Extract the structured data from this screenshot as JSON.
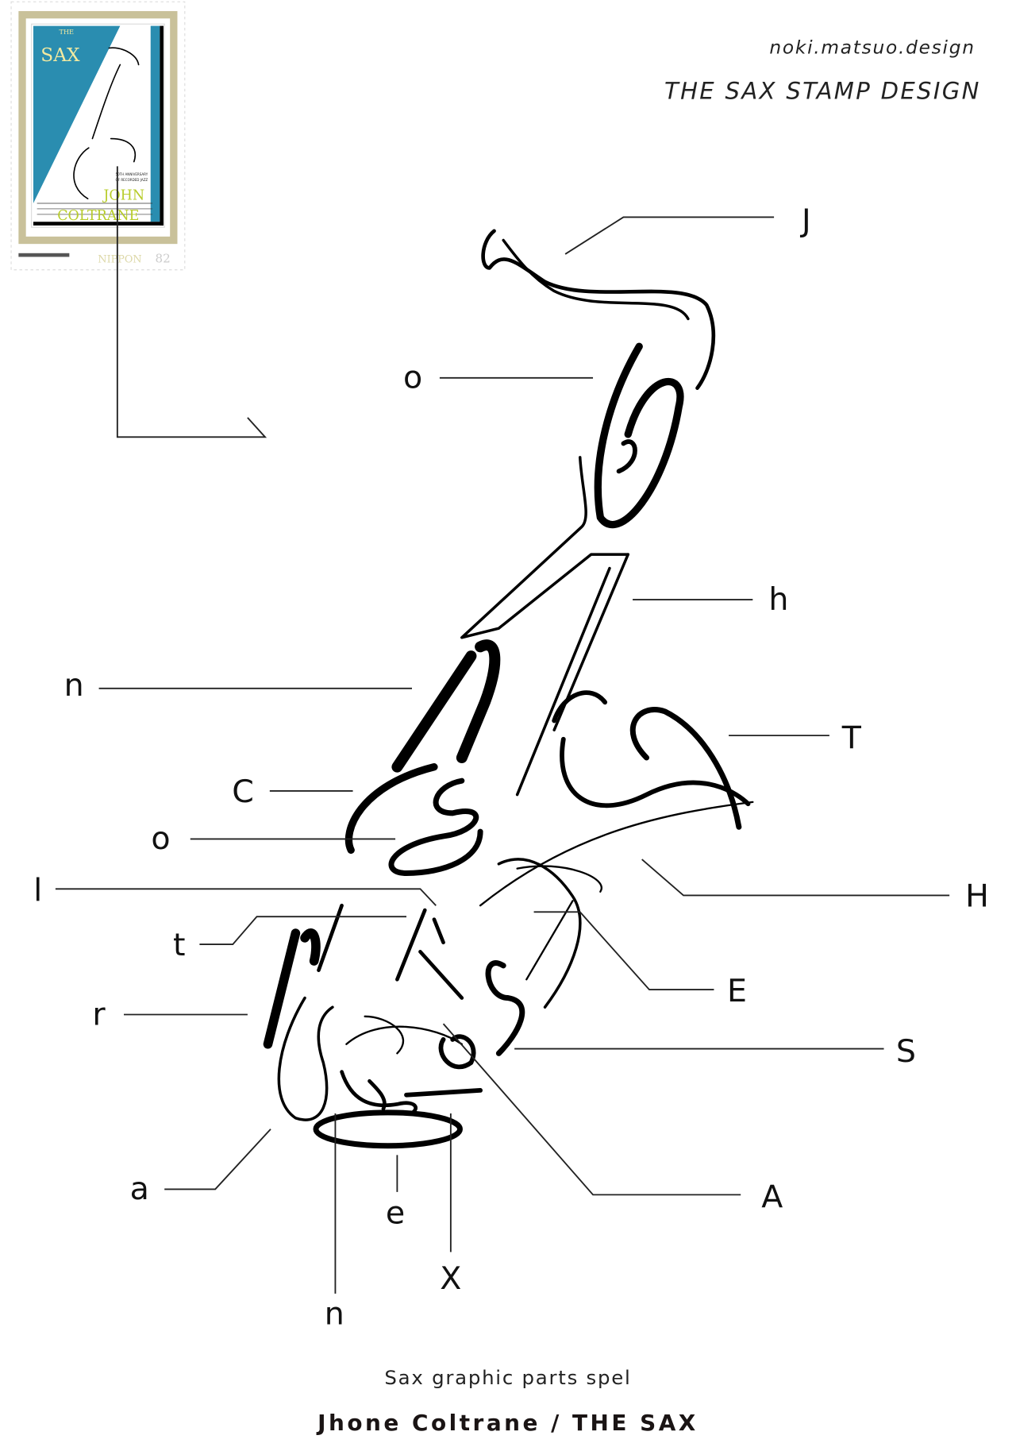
{
  "header": {
    "site": "noki.matsuo.design",
    "title": "THE SAX STAMP DESIGN"
  },
  "stamp": {
    "the": "THE",
    "sax": "SAX",
    "anniversary_1": "50TH ANNIVERSARY",
    "anniversary_2": "OF RECORDED JAZZ",
    "name_1": "JOHN",
    "name_2": "COLTRANE",
    "country": "NIPPON",
    "value": "82",
    "colors": {
      "blue": "#2a8db0",
      "green": "#b7cc2a",
      "gold": "#c9c19a",
      "cream": "#f3eaa0"
    }
  },
  "labels": [
    "J",
    "o",
    "h",
    "n",
    "T",
    "C",
    "o",
    "l",
    "H",
    "t",
    "E",
    "r",
    "S",
    "a",
    "A",
    "e",
    "X",
    "n"
  ],
  "footer": {
    "subtitle": "Sax graphic parts spel",
    "title": "Jhone Coltrane / THE SAX"
  }
}
